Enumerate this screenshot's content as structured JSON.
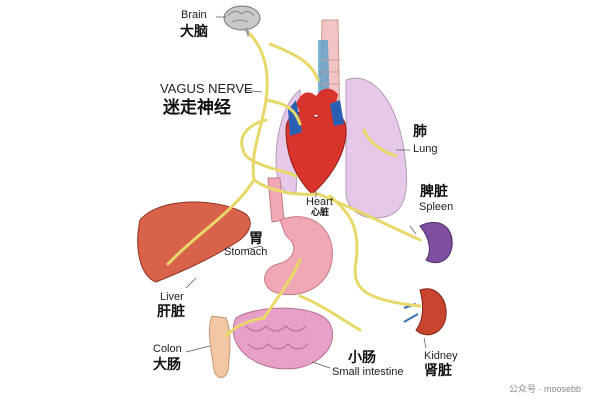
{
  "labels": {
    "brain_en": "Brain",
    "brain_zh": "大脑",
    "vagus_en": "VAGUS NERVE",
    "vagus_zh": "迷走神经",
    "lung_zh": "肺",
    "lung_en": "Lung",
    "heart_en": "Heart",
    "heart_zh": "心脏",
    "spleen_zh": "脾脏",
    "spleen_en": "Spleen",
    "stomach_zh": "胃",
    "stomach_en": "Stomach",
    "liver_en": "Liver",
    "liver_zh": "肝脏",
    "colon_en": "Colon",
    "colon_zh": "大肠",
    "small_intestine_zh": "小肠",
    "small_intestine_en": "Small intestine",
    "kidney_en": "Kidney",
    "kidney_zh": "肾脏"
  },
  "watermark": "公众号 · moosebb",
  "colors": {
    "nerve": "#e8d86a",
    "liver": "#d9634a",
    "heart_red": "#d9342b",
    "heart_blue": "#2b5fb3",
    "lung": "#e6c9e8",
    "stomach": "#f0a8b4",
    "intestine": "#e7a0c8",
    "colon": "#f3c7a6",
    "spleen": "#7e4fa0",
    "kidney": "#c9442f"
  }
}
